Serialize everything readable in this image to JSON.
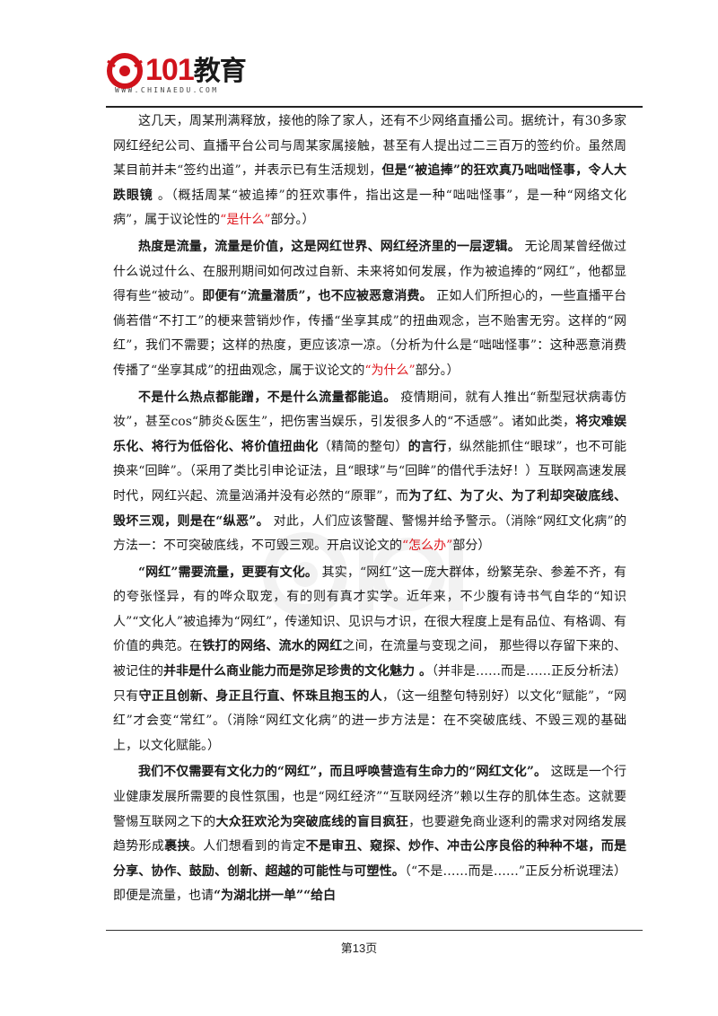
{
  "header": {
    "logo_number": "101",
    "logo_chinese": "教育",
    "logo_url": "WWW.CHINAEDU.COM"
  },
  "paragraphs": [
    {
      "segments": [
        {
          "t": "这几天，周某刑满释放，接他的除了家人，还有不少网络直播公司。据统计，有30多家网红经纪公司、直播平台公司与周某家属接触，甚至有人提出过二三百万的签约价。虽然周某目前并未“签约出道”，并表示已有生活规划，"
        },
        {
          "t": "但是“被追捧”的狂欢真乃咄咄怪事，令人大跌眼镜",
          "s": "b"
        },
        {
          "t": " 。（概括周某“被追捧”的狂欢事件，指出这是一种“咄咄怪事”，是一种“网络文化病”，属于议论性的"
        },
        {
          "t": "“是什么”",
          "s": "r"
        },
        {
          "t": "部分。）"
        }
      ]
    },
    {
      "segments": [
        {
          "t": "热度是流量，流量是价值，这是网红世界、网红经济里的一层逻辑。",
          "s": "b"
        },
        {
          "t": " 无论周某曾经做过什么说过什么、在服刑期间如何改过自新、未来将如何发展，作为被追捧的“网红”，他都显得有些“被动”。"
        },
        {
          "t": "即便有“流量潜质”，也不应被恶意消费。",
          "s": "b"
        },
        {
          "t": " 正如人们所担心的，一些直播平台倘若借“不打工”的梗来营销炒作，传播“坐享其成”的扭曲观念，岂不贻害无穷。这样的“网红”，我们不需要；这样的热度，更应该凉一凉。（分析为什么是“咄咄怪事”：这种恶意消费传播了“坐享其成”的扭曲观念，属于议论文的"
        },
        {
          "t": "“为什么”",
          "s": "r"
        },
        {
          "t": "部分。）"
        }
      ]
    },
    {
      "segments": [
        {
          "t": "不是什么热点都能蹭，不是什么流量都能追。",
          "s": "b"
        },
        {
          "t": " 疫情期间，就有人推出“新型冠状病毒仿妆”，甚至cos“肺炎&医生”，把伤害当娱乐，引发很多人的“不适感”。诸如此类，"
        },
        {
          "t": "将灾难娱乐化、将行为低俗化、将价值扭曲化",
          "s": "b"
        },
        {
          "t": "（精简的整句）"
        },
        {
          "t": "的言行",
          "s": "b"
        },
        {
          "t": "，纵然能抓住“眼球”，也不可能换来“回眸”。（采用了类比引申论证法，且“眼球”与“回眸”的借代手法好！）互联网高速发展时代，网红兴起、流量汹涌并没有必然的“原罪”，而"
        },
        {
          "t": "为了红、为了火、为了利却突破底线、毁坏三观，则是在“纵恶”。",
          "s": "b"
        },
        {
          "t": " 对此，人们应该警醒、警惕并给予警示。（消除“网红文化病”的方法一：不可突破底线，不可毁三观。开启议论文的"
        },
        {
          "t": "“怎么办”",
          "s": "r"
        },
        {
          "t": "部分）"
        }
      ]
    },
    {
      "segments": [
        {
          "t": "“网红”需要流量，更要有文化。",
          "s": "b"
        },
        {
          "t": " 其实，“网红”这一庞大群体，纷繁芜杂、参差不齐，有的夸张怪异，有的哗众取宠，有的则有真才实学。近年来，不少腹有诗书气自华的“知识人”“文化人”被追捧为“网红”，传递知识、见识与才识，在很大程度上是有品位、有格调、有价值的典范。在"
        },
        {
          "t": "铁打的网络、流水的网红",
          "s": "b"
        },
        {
          "t": "之间，在流量与变现之间， 那些得以存留下来的、被记住的"
        },
        {
          "t": "并非是什么商业能力而是弥足珍贵的文化魅力 。",
          "s": "b"
        },
        {
          "t": "（并非是……而是……正反分析法）只有"
        },
        {
          "t": "守正且创新、身正且行直、怀珠且抱玉的人",
          "s": "b"
        },
        {
          "t": "，（这一组整句特别好）以文化“赋能”，“网红”才会变“常红”。（消除“网红文化病”的进一步方法是：在不突破底线、不毁三观的基础上，以文化赋能。）"
        }
      ]
    },
    {
      "segments": [
        {
          "t": "我们不仅需要有文化力的“网红”，而且呼唤营造有生命力的“网红文化”。",
          "s": "b"
        },
        {
          "t": " 这既是一个行业健康发展所需要的良性氛围，也是“网红经济”“互联网经济”赖以生存的肌体生态。这就要警惕互联网之下的"
        },
        {
          "t": "大众狂欢沦为突破底线的盲目疯狂",
          "s": "b"
        },
        {
          "t": "，也要避免商业逐利的需求对网络发展趋势形成"
        },
        {
          "t": "裹挟",
          "s": "b"
        },
        {
          "t": "。人们想看到的肯定"
        },
        {
          "t": "不是审丑、窥探、炒作、冲击公序良俗的种种不堪，而是分享、协作、鼓励、创新、超越的可能性与可塑性。",
          "s": "b"
        },
        {
          "t": "（“不是……而是……”正反分析说理法）即便是流量，也请"
        },
        {
          "t": "“为湖北拼一单”“给白",
          "s": "b"
        }
      ]
    }
  ],
  "footer": {
    "page_label": "第13页"
  }
}
